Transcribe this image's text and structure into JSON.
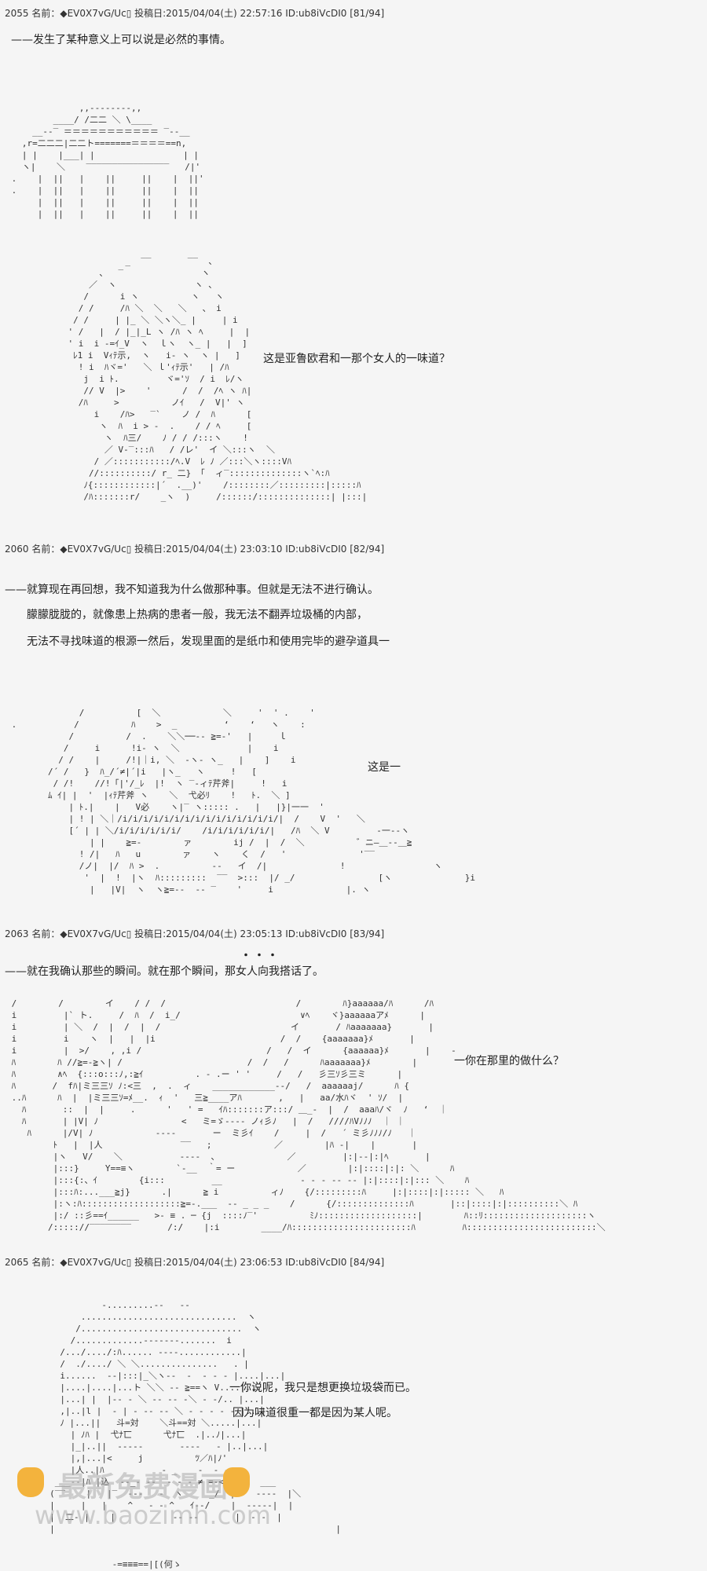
{
  "posts": [
    {
      "header": "2055 名前：◆EV0X7vG/Uc▯ 投稿日:2015/04/04(土) 22:57:16 ID:ub8iVcDI0 [81/94]",
      "lines": [
        "——发生了某种意义上可以说是必然的事情。"
      ],
      "side_lines": [
        "这是亚鲁欧君和一那个女人的一味道？"
      ]
    },
    {
      "header": "2060 名前：◆EV0X7vG/Uc▯ 投稿日:2015/04/04(土) 23:03:10 ID:ub8iVcDI0 [82/94]",
      "lines": [
        "——就算现在再回想，我不知道我为什么做那种事。但就是无法不进行确认。",
        "朦朦胧胧的，就像患上热病的患者一般，我无法不翻弄垃圾桶的内部，",
        "无法不寻找味道的根源一然后，发现里面的是纸巾和使用完毕的避孕道具一"
      ],
      "side_lines": [
        "这是一"
      ]
    },
    {
      "header": "2063 名前：◆EV0X7vG/Uc▯ 投稿日:2015/04/04(土) 23:05:13 ID:ub8iVcDI0 [83/94]",
      "emphasis": "・・・",
      "lines": [
        "——就在我确认那些的瞬间。就在那个瞬间，那女人向我搭话了。"
      ],
      "side_lines": [
        "一你在那里的做什么？"
      ]
    },
    {
      "header": "2065 名前：◆EV0X7vG/Uc▯ 投稿日:2015/04/04(土) 23:06:53 ID:ub8iVcDI0 [84/94]",
      "lines": [],
      "side_lines": [
        "一你说呢，我只是想更换垃圾袋而已。",
        "因为味道很重一都是因为某人呢。"
      ]
    }
  ],
  "watermark": {
    "line1": "最新免费漫画",
    "line2": "www.baozimh.com"
  }
}
